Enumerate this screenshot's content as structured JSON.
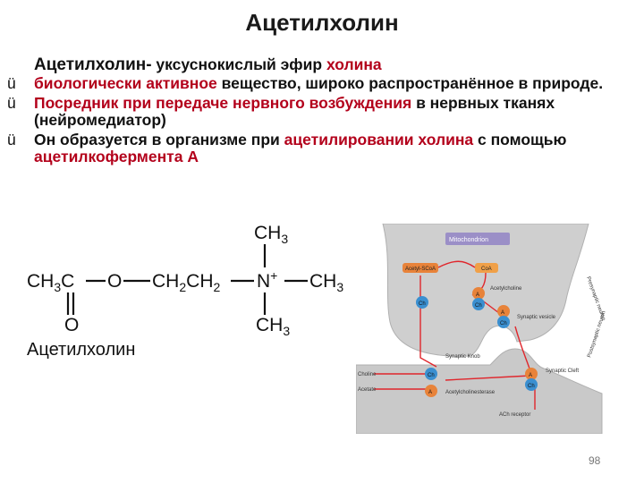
{
  "slide": {
    "title": "Ацетилхолин",
    "intro_term": "Ацетилхолин-",
    "intro_text_1": " уксуснокислый эфир ",
    "intro_text_2": "холина",
    "bullets": [
      {
        "check": "ü",
        "parts": [
          {
            "t": "биологически активное",
            "red": true
          },
          {
            "t": " вещество, широко распространённое в природе.",
            "red": false
          }
        ]
      },
      {
        "check": "ü",
        "parts": [
          {
            "t": "Посредник при передаче нервного возбуждения",
            "red": true
          },
          {
            "t": " в нервных тканях (нейромедиатор)",
            "red": false
          }
        ]
      },
      {
        "check": "ü",
        "parts": [
          {
            "t": "Он образуется в организме при ",
            "red": false
          },
          {
            "t": "ацетилировании холина",
            "red": true
          },
          {
            "t": " с помощью ",
            "red": false
          },
          {
            "t": "ацетилкофермента А",
            "red": true
          }
        ]
      }
    ],
    "page_number": "98"
  },
  "formula": {
    "top_ch3": "CH3",
    "chain_1": "CH3C",
    "o_link": "O",
    "chain_2": "CH2CH2",
    "n_plus": "N+",
    "right_ch3": "CH3",
    "bottom_ch3": "CH3",
    "carbonyl_o": "O",
    "caption": "Ацетилхолин"
  },
  "diagram": {
    "mitochondrion": "Mitochondrion",
    "acetyl_scoa": "Acetyl-SCoA",
    "coa": "CoA",
    "acetylcholine": "Acetylcholine",
    "presynaptic": "Presynaptic neuron",
    "synaptic_vesicle": "Synaptic vesicle",
    "synaptic_knob": "Synaptic Knob",
    "choline": "Choline",
    "acetate": "Acetate",
    "acetylcholinesterase": "Acetylcholinesterase",
    "synaptic_cleft": "Synaptic Cleft",
    "postsynaptic": "Postsynaptic neuron",
    "ach_receptor": "ACh receptor",
    "label_a": "A",
    "label_ch": "Ch"
  },
  "colors": {
    "accent_red": "#b3001b",
    "arrow_red": "#e0262c",
    "neuron_gray": "#c9c9c9",
    "mito_purple": "#9b8fc7",
    "choline_blue": "#3a8fd0",
    "acetyl_orange": "#e8833a"
  }
}
